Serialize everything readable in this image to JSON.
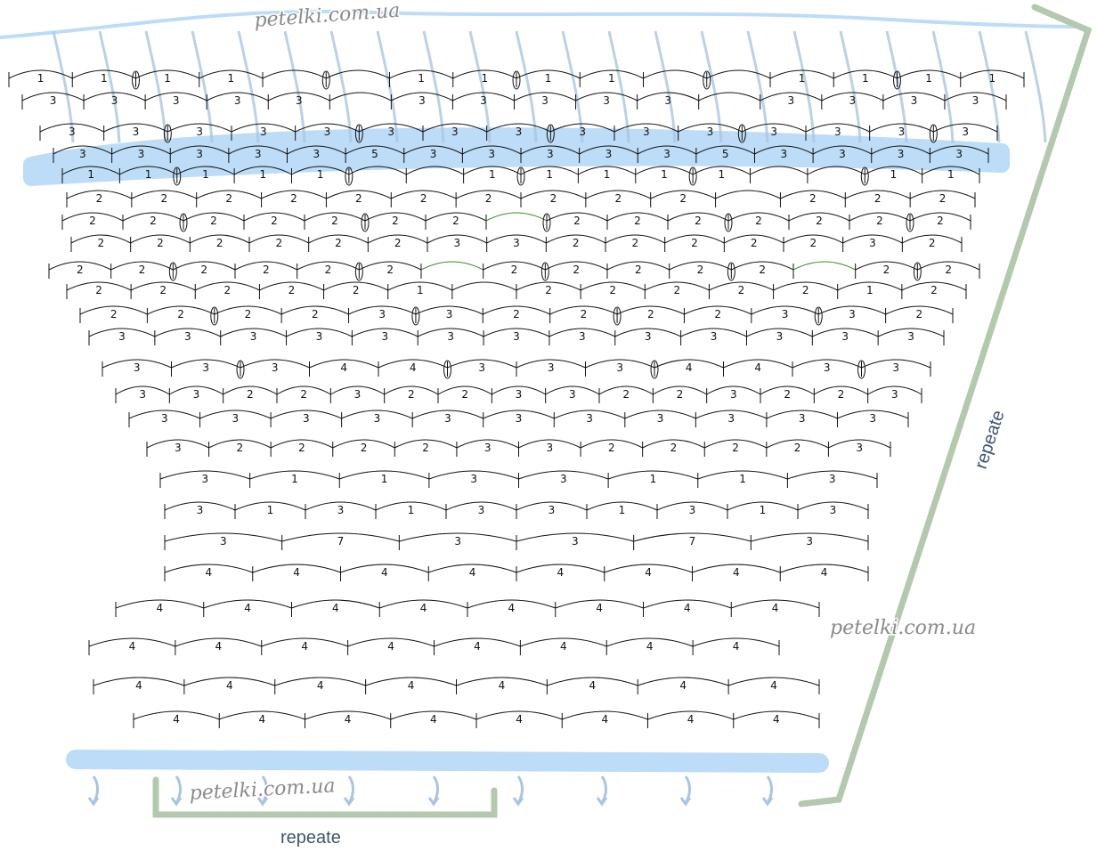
{
  "watermarks": [
    "petelki.com.ua",
    "petelki.com.ua",
    "petelki.com.ua"
  ],
  "repeat_labels": {
    "horizontal": "repeate",
    "vertical": "repeate"
  },
  "colors": {
    "highlight": "#bcdcf7",
    "bracket": "#b3c9ad",
    "arrow": "#a9c5e2",
    "ink": "#111111",
    "chain_green": "#3a8a2a"
  },
  "rows": [
    {
      "labels": [
        "1",
        "1",
        "1",
        "1",
        "",
        "",
        "1",
        "1",
        "1",
        "1",
        "",
        "",
        "1",
        "1",
        "1",
        "1"
      ]
    },
    {
      "labels": [
        "3",
        "3",
        "3",
        "3",
        "3",
        "",
        "3",
        "3",
        "3",
        "3",
        "3",
        "",
        "3",
        "3",
        "3",
        "3"
      ]
    },
    {
      "labels": [
        "3",
        "3",
        "3",
        "3",
        "3",
        "3",
        "3",
        "3",
        "3",
        "3",
        "3",
        "3",
        "3",
        "3",
        "3"
      ]
    },
    {
      "labels": [
        "3",
        "3",
        "3",
        "3",
        "3",
        "5",
        "3",
        "3",
        "3",
        "3",
        "3",
        "5",
        "3",
        "3",
        "3",
        "3"
      ]
    },
    {
      "labels": [
        "1",
        "1",
        "1",
        "1",
        "1",
        "",
        "",
        "1",
        "1",
        "1",
        "1",
        "1",
        "",
        "",
        "1",
        "1"
      ]
    },
    {
      "labels": [
        "2",
        "2",
        "2",
        "2",
        "2",
        "2",
        "2",
        "2",
        "2",
        "2",
        "",
        "2",
        "2",
        "2"
      ]
    },
    {
      "labels": [
        "2",
        "2",
        "2",
        "2",
        "2",
        "2",
        "2",
        "",
        "2",
        "2",
        "2",
        "2",
        "2",
        "2",
        "2"
      ]
    },
    {
      "labels": [
        "2",
        "2",
        "2",
        "2",
        "2",
        "2",
        "3",
        "3",
        "2",
        "2",
        "2",
        "2",
        "2",
        "3",
        "2"
      ]
    },
    {
      "labels": [
        "2",
        "2",
        "2",
        "2",
        "2",
        "2",
        "",
        "2",
        "2",
        "2",
        "2",
        "2",
        "",
        "2",
        "2"
      ]
    },
    {
      "labels": [
        "2",
        "2",
        "2",
        "2",
        "2",
        "1",
        "",
        "2",
        "2",
        "2",
        "2",
        "2",
        "1",
        "2"
      ]
    },
    {
      "labels": [
        "2",
        "2",
        "2",
        "2",
        "3",
        "3",
        "2",
        "2",
        "2",
        "2",
        "3",
        "3",
        "2"
      ]
    },
    {
      "labels": [
        "3",
        "3",
        "3",
        "3",
        "3",
        "3",
        "3",
        "3",
        "3",
        "3",
        "3",
        "3",
        "3"
      ]
    },
    {
      "labels": [
        "3",
        "3",
        "3",
        "4",
        "4",
        "3",
        "3",
        "3",
        "4",
        "4",
        "3",
        "3"
      ]
    },
    {
      "labels": [
        "3",
        "3",
        "2",
        "2",
        "3",
        "2",
        "2",
        "3",
        "3",
        "2",
        "2",
        "3",
        "2",
        "2",
        "3"
      ]
    },
    {
      "labels": [
        "3",
        "3",
        "3",
        "3",
        "3",
        "3",
        "3",
        "3",
        "3",
        "3",
        "3"
      ]
    },
    {
      "labels": [
        "3",
        "2",
        "2",
        "2",
        "2",
        "3",
        "3",
        "2",
        "2",
        "2",
        "2",
        "3"
      ]
    },
    {
      "labels": [
        "3",
        "1",
        "1",
        "3",
        "3",
        "1",
        "1",
        "3"
      ]
    },
    {
      "labels": [
        "3",
        "1",
        "3",
        "1",
        "3",
        "3",
        "1",
        "3",
        "1",
        "3"
      ]
    },
    {
      "labels": [
        "3",
        "7",
        "3",
        "3",
        "7",
        "3"
      ]
    },
    {
      "labels": [
        "4",
        "4",
        "4",
        "4",
        "4",
        "4",
        "4",
        "4"
      ]
    },
    {
      "labels": [
        "4",
        "4",
        "4",
        "4",
        "4",
        "4",
        "4",
        "4"
      ]
    },
    {
      "labels": [
        "4",
        "4",
        "4",
        "4",
        "4",
        "4",
        "4",
        "4"
      ]
    },
    {
      "labels": [
        "4",
        "4",
        "4",
        "4",
        "4",
        "4",
        "4",
        "4"
      ]
    },
    {
      "labels": [
        "4",
        "4",
        "4",
        "4",
        "4",
        "4",
        "4",
        "4"
      ]
    }
  ]
}
